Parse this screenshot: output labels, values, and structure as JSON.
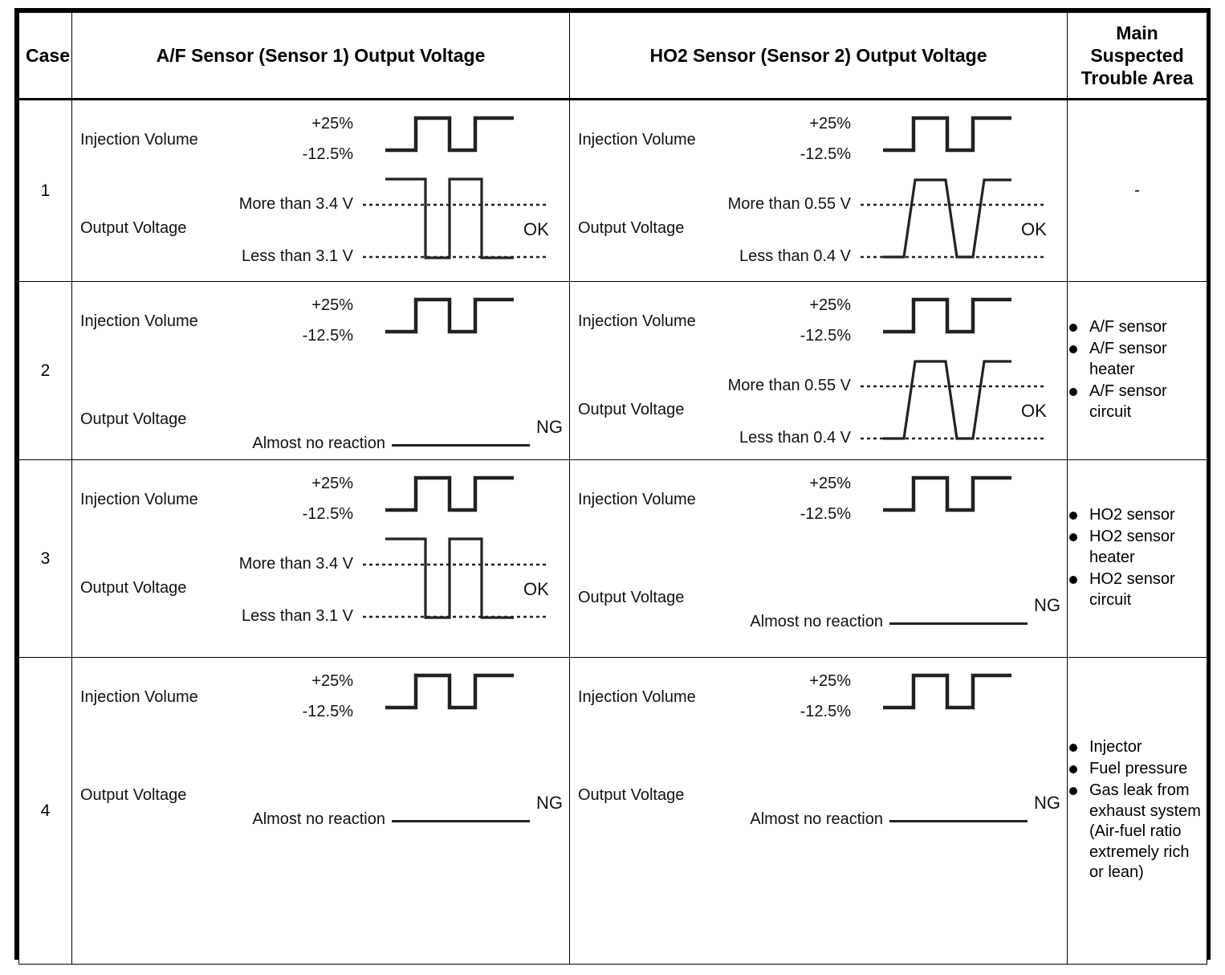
{
  "table": {
    "headers": {
      "case": "Case",
      "af_sensor": "A/F Sensor (Sensor 1) Output Voltage",
      "ho2_sensor": "HO2 Sensor (Sensor 2) Output Voltage",
      "trouble_area": "Main Suspected Trouble Area"
    },
    "labels": {
      "injection_volume": "Injection Volume",
      "output_voltage": "Output Voltage",
      "plus_25": "+25%",
      "minus_125": "-12.5%",
      "more_than_34v": "More than 3.4 V",
      "less_than_31v": "Less than 3.1 V",
      "more_than_055v": "More than 0.55 V",
      "less_than_04v": "Less than 0.4 V",
      "almost_no_reaction": "Almost no reaction",
      "ok": "OK",
      "ng": "NG",
      "none": "-"
    },
    "rows": [
      {
        "case": "1",
        "af": {
          "injection_label": "Injection Volume",
          "injection_high": "+25%",
          "injection_low": "-12.5%",
          "output_label": "Output Voltage",
          "upper_threshold": "More than 3.4 V",
          "lower_threshold": "Less than 3.1 V",
          "verdict": "OK",
          "waveform": "square-inverted",
          "reacting": true
        },
        "ho2": {
          "injection_label": "Injection Volume",
          "injection_high": "+25%",
          "injection_low": "-12.5%",
          "output_label": "Output Voltage",
          "upper_threshold": "More than 0.55 V",
          "lower_threshold": "Less than 0.4 V",
          "verdict": "OK",
          "waveform": "trapezoid",
          "reacting": true
        },
        "trouble": {
          "empty_value": "-",
          "items": []
        }
      },
      {
        "case": "2",
        "af": {
          "injection_label": "Injection Volume",
          "injection_high": "+25%",
          "injection_low": "-12.5%",
          "output_label": "Output Voltage",
          "flat_label": "Almost no reaction",
          "verdict": "NG",
          "waveform": "flat",
          "reacting": false
        },
        "ho2": {
          "injection_label": "Injection Volume",
          "injection_high": "+25%",
          "injection_low": "-12.5%",
          "output_label": "Output Voltage",
          "upper_threshold": "More than 0.55 V",
          "lower_threshold": "Less than 0.4 V",
          "verdict": "OK",
          "waveform": "trapezoid",
          "reacting": true
        },
        "trouble": {
          "empty_value": "",
          "items": [
            "A/F sensor",
            "A/F sensor heater",
            "A/F sensor circuit"
          ]
        }
      },
      {
        "case": "3",
        "af": {
          "injection_label": "Injection Volume",
          "injection_high": "+25%",
          "injection_low": "-12.5%",
          "output_label": "Output Voltage",
          "upper_threshold": "More than 3.4 V",
          "lower_threshold": "Less than 3.1 V",
          "verdict": "OK",
          "waveform": "square-inverted",
          "reacting": true
        },
        "ho2": {
          "injection_label": "Injection Volume",
          "injection_high": "+25%",
          "injection_low": "-12.5%",
          "output_label": "Output Voltage",
          "flat_label": "Almost no reaction",
          "verdict": "NG",
          "waveform": "flat",
          "reacting": false
        },
        "trouble": {
          "empty_value": "",
          "items": [
            "HO2 sensor",
            "HO2 sensor heater",
            "HO2 sensor circuit"
          ]
        }
      },
      {
        "case": "4",
        "af": {
          "injection_label": "Injection Volume",
          "injection_high": "+25%",
          "injection_low": "-12.5%",
          "output_label": "Output Voltage",
          "flat_label": "Almost no reaction",
          "verdict": "NG",
          "waveform": "flat",
          "reacting": false
        },
        "ho2": {
          "injection_label": "Injection Volume",
          "injection_high": "+25%",
          "injection_low": "-12.5%",
          "output_label": "Output Voltage",
          "flat_label": "Almost no reaction",
          "verdict": "NG",
          "waveform": "flat",
          "reacting": false
        },
        "trouble": {
          "empty_value": "",
          "items": [
            "Injector",
            "Fuel pressure",
            "Gas leak from exhaust system (Air-fuel ratio extremely rich or lean)"
          ]
        }
      }
    ]
  },
  "colors": {
    "ink": "#000000",
    "trace": "#222222",
    "background": "#ffffff"
  }
}
